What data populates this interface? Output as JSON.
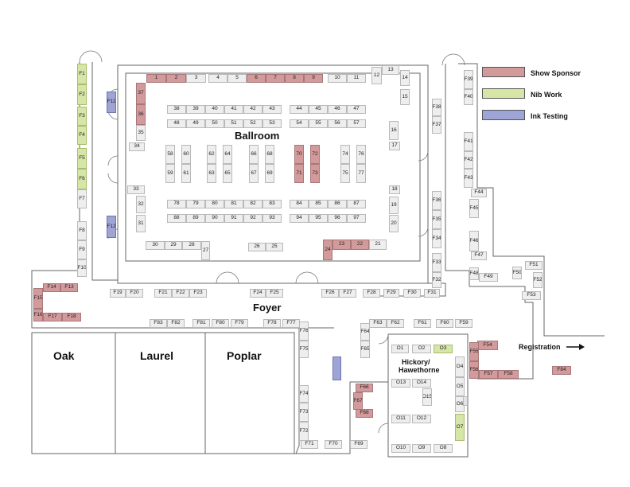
{
  "colors": {
    "sponsor": "#d39a9c",
    "nib": "#d6e6a6",
    "ink": "#9ea5d6",
    "plain": "#eeeeee"
  },
  "legend": {
    "sponsor_label": "Show Sponsor",
    "nib_label": "Nib Work",
    "ink_label": "Ink Testing"
  },
  "rooms": {
    "ballroom": "Ballroom",
    "foyer": "Foyer",
    "oak": "Oak",
    "laurel": "Laurel",
    "poplar": "Poplar",
    "hickory_line1": "Hickory/",
    "hickory_line2": "Hawethorne",
    "registration": "Registration"
  },
  "booths": {
    "b1": "1",
    "b2": "2",
    "b3": "3",
    "b4": "4",
    "b5": "5",
    "b6": "6",
    "b7": "7",
    "b8": "8",
    "b9": "9",
    "b10": "10",
    "b11": "11",
    "b12": "12",
    "b13": "13",
    "b14": "14",
    "b15": "15",
    "b16": "16",
    "b17": "17",
    "b18": "18",
    "b19": "19",
    "b20": "20",
    "b21": "21",
    "b22": "22",
    "b23": "23",
    "b24": "24",
    "b25": "25",
    "b26": "26",
    "b27": "27",
    "b28": "28",
    "b29": "29",
    "b30": "30",
    "b31": "31",
    "b32": "32",
    "b33": "33",
    "b34": "34",
    "b35": "35",
    "b36": "36",
    "b37": "37",
    "b38": "38",
    "b39": "39",
    "b40": "40",
    "b41": "41",
    "b42": "42",
    "b43": "43",
    "b44": "44",
    "b45": "45",
    "b46": "46",
    "b47": "47",
    "b48": "48",
    "b49": "49",
    "b50": "50",
    "b51": "51",
    "b52": "52",
    "b53": "53",
    "b54": "54",
    "b55": "55",
    "b56": "56",
    "b57": "57",
    "b58": "58",
    "b59": "59",
    "b60": "60",
    "b61": "61",
    "b62": "62",
    "b63": "63",
    "b64": "64",
    "b65": "65",
    "b66": "66",
    "b67": "67",
    "b68": "68",
    "b69": "69",
    "b70": "70",
    "b71": "71",
    "b72": "72",
    "b73": "73",
    "b74": "74",
    "b75": "75",
    "b76": "76",
    "b77": "77",
    "b78": "78",
    "b79": "79",
    "b80": "80",
    "b81": "81",
    "b82": "82",
    "b83": "83",
    "b84": "84",
    "b85": "85",
    "b86": "86",
    "b87": "87",
    "b88": "88",
    "b89": "89",
    "b90": "90",
    "b91": "91",
    "b92": "92",
    "b93": "93",
    "b94": "94",
    "b95": "95",
    "b96": "96",
    "b97": "97",
    "F1": "F1",
    "F2": "F2",
    "F3": "F3",
    "F4": "F4",
    "F5": "F5",
    "F6": "F6",
    "F7": "F7",
    "F8": "F8",
    "F9": "F9",
    "F10": "F10",
    "F11": "F11",
    "F12": "F12",
    "F13": "F13",
    "F14": "F14",
    "F15": "F15",
    "F16": "F16",
    "F17": "F17",
    "F18": "F18",
    "F19": "F19",
    "F20": "F20",
    "F21": "F21",
    "F22": "F22",
    "F23": "F23",
    "F24": "F24",
    "F25": "F25",
    "F26": "F26",
    "F27": "F27",
    "F28": "F28",
    "F29": "F29",
    "F30": "F30",
    "F31": "F31",
    "F32": "F32",
    "F33": "F33",
    "F34": "F34",
    "F35": "F35",
    "F36": "F36",
    "F37": "F37",
    "F38": "F38",
    "F39": "F39",
    "F40": "F40",
    "F41": "F41",
    "F42": "F42",
    "F43": "F43",
    "F44": "F44",
    "F45": "F45",
    "F46": "F46",
    "F47": "F47",
    "F48": "F48",
    "F49": "F49",
    "F50": "F50",
    "F51": "F51",
    "F52": "F52",
    "F53": "F53",
    "F54": "F54",
    "F55": "F55",
    "F56": "F56",
    "F57": "F57",
    "F58": "F58",
    "F59": "F59",
    "F60": "F60",
    "F61": "F61",
    "F62": "F62",
    "F63": "F63",
    "F64": "F64",
    "F65": "F65",
    "F66": "F66",
    "F67": "F67",
    "F68": "F68",
    "F69": "F69",
    "F70": "F70",
    "F71": "F71",
    "F72": "F72",
    "F73": "F73",
    "F74": "F74",
    "F75": "F75",
    "F76": "F76",
    "F77": "F77",
    "F78": "F78",
    "F79": "F79",
    "F80": "F80",
    "F81": "F81",
    "F82": "F82",
    "F83": "F83",
    "F84": "F84",
    "O1": "O1",
    "O2": "O2",
    "O3": "O3",
    "O4": "O4",
    "O5": "O5",
    "O6": "O6",
    "O7": "O7",
    "O8": "O8",
    "O9": "O9",
    "O10": "O10",
    "O11": "O11",
    "O12": "O12",
    "O13": "O13",
    "O14": "O14",
    "O15": "O15"
  }
}
